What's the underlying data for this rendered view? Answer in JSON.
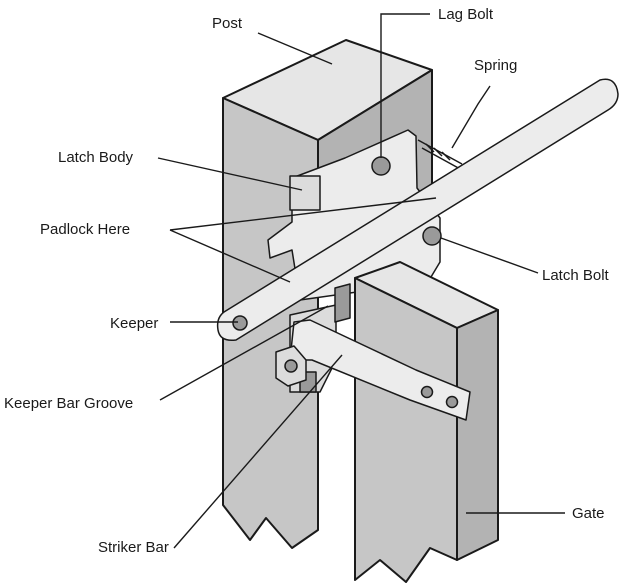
{
  "colors": {
    "face_front": "#c6c6c6",
    "face_side": "#b3b3b3",
    "face_top": "#e6e6e6",
    "metal": "#ececec",
    "hole": "#9a9a9a",
    "ink": "#1a1a1a"
  },
  "labels": {
    "post": "Post",
    "lag_bolt": "Lag Bolt",
    "spring": "Spring",
    "latch_body": "Latch Body",
    "padlock_here": "Padlock Here",
    "latch_bolt": "Latch Bolt",
    "keeper": "Keeper",
    "keeper_bar_groove": "Keeper Bar Groove",
    "striker_bar": "Striker Bar",
    "gate": "Gate"
  }
}
